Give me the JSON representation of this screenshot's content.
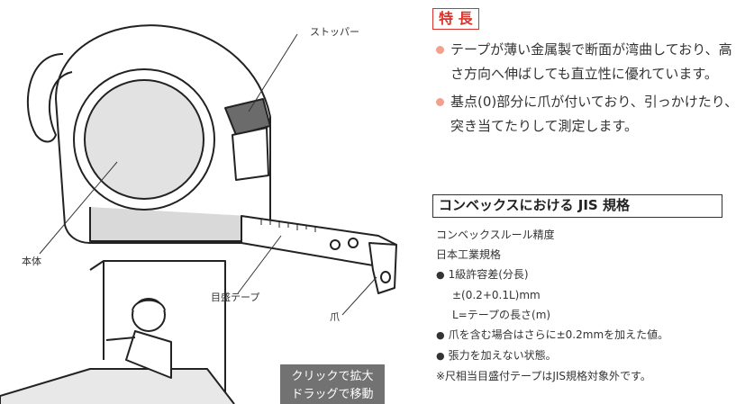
{
  "callouts": {
    "stopper": "ストッパー",
    "body": "本体",
    "tape": "目盛テープ",
    "hook": "爪"
  },
  "overlay": {
    "line1": "クリックで拡大",
    "line2": "ドラッグで移動"
  },
  "features": {
    "heading": "特 長",
    "items": [
      "テープが薄い金属製で断面が湾曲しており、高さ方向へ伸ばしても直立性に優れています。",
      "基点(0)部分に爪が付いており、引っかけたり、突き当てたりして測定します。"
    ]
  },
  "jis": {
    "heading": "コンベックスにおける JIS 規格",
    "lines": [
      "コンベックスルール精度",
      "日本工業規格",
      "1級許容差(分長)",
      "±(0.2+0.1L)mm",
      "L=テープの長さ(m)",
      "爪を含む場合はさらに±0.2mmを加えた値。",
      "張力を加えない状態。",
      "※尺相当目盛付テープはJIS規格対象外です。"
    ]
  },
  "colors": {
    "accent": "#d9342b",
    "bullet": "#f5a08c",
    "text": "#333333"
  }
}
